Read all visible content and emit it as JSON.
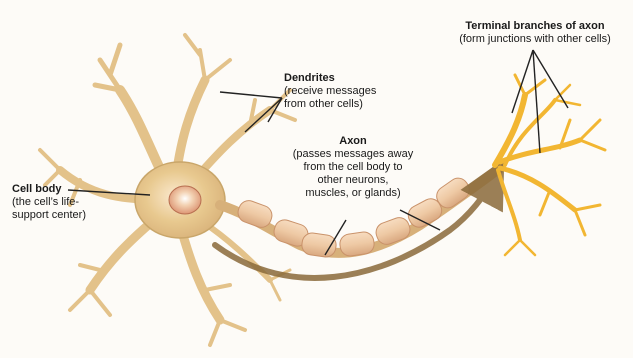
{
  "labels": {
    "terminal": {
      "title": "Terminal branches of axon",
      "desc": "(form junctions with other cells)"
    },
    "dendrites": {
      "title": "Dendrites",
      "desc_line1": "(receive messages",
      "desc_line2": "from other cells)"
    },
    "axon": {
      "title": "Axon",
      "desc_line1": "(passes messages away",
      "desc_line2": "from the cell body to",
      "desc_line3": "other neurons,",
      "desc_line4": "muscles, or glands)"
    },
    "cell_body": {
      "title": "Cell body",
      "desc_line1": "(the cell’s life-",
      "desc_line2": "support center)"
    }
  },
  "colors": {
    "cell_fill": "#e8c98f",
    "cell_stroke": "#c9a66a",
    "nucleus": "#d98c6a",
    "myelin": "#eec9a4",
    "terminal": "#f2b632",
    "arrow": "#8a6a3a",
    "line": "#222222"
  }
}
